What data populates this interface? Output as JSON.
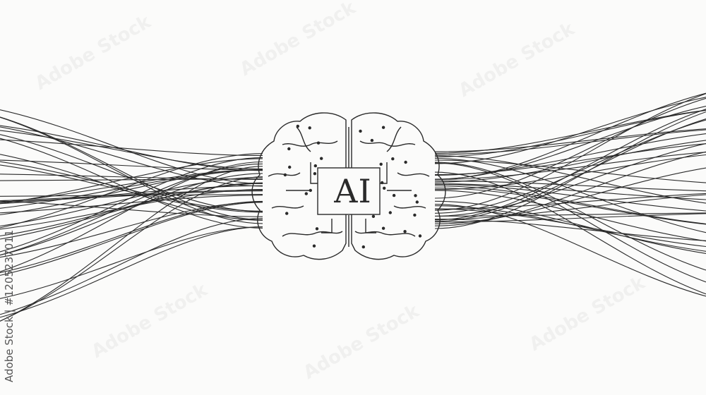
{
  "scene": {
    "center_text": "AI",
    "stock_id": "Adobe Stock | #1205237011",
    "watermark_text": "Adobe Stock",
    "icons": [
      "brain-circuit-icon"
    ],
    "colors": {
      "background": "#fbfbfa",
      "ink": "#2a2a2a"
    }
  }
}
